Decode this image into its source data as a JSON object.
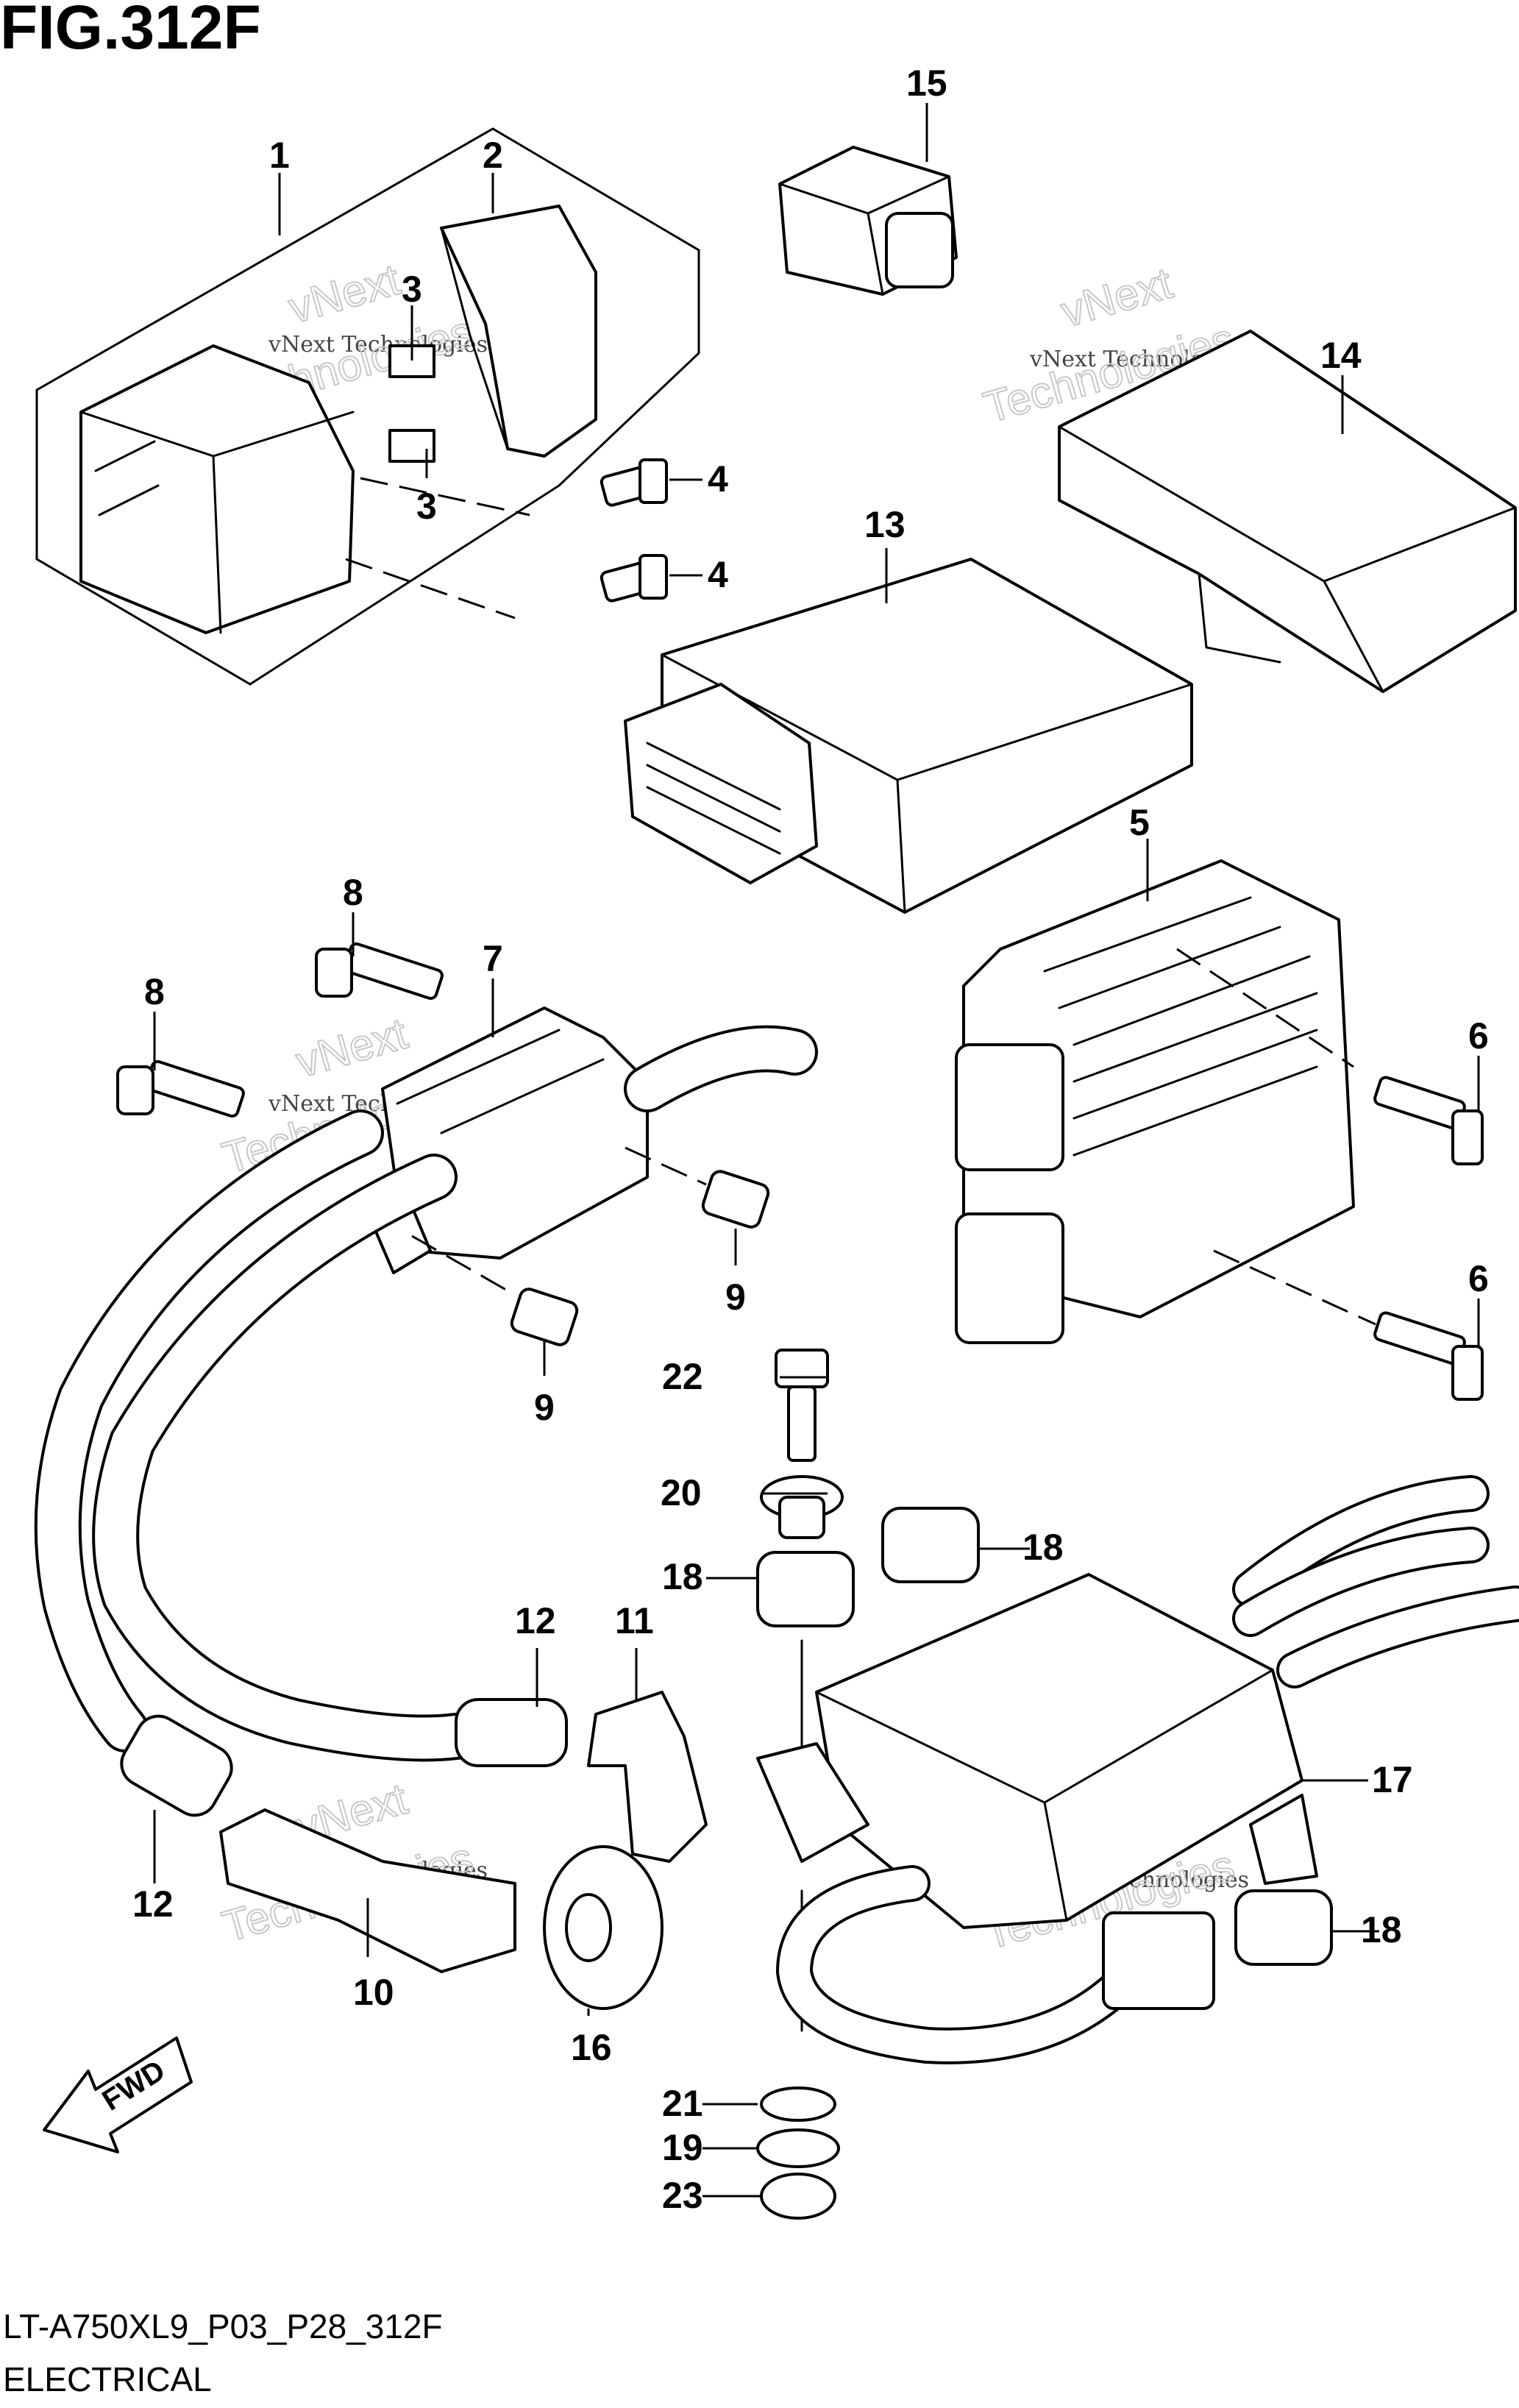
{
  "figure": {
    "title": "FIG.312F",
    "reference_code": "LT-A750XL9_P03_P28_312F",
    "caption": "ELECTRICAL",
    "fwd_label": "FWD"
  },
  "watermark": {
    "line1": "vNext Technologies",
    "line2": "Technologies",
    "line3": "vNext"
  },
  "callouts": [
    "1",
    "2",
    "3",
    "3",
    "4",
    "4",
    "5",
    "6",
    "6",
    "7",
    "8",
    "8",
    "9",
    "9",
    "10",
    "11",
    "12",
    "12",
    "13",
    "14",
    "15",
    "16",
    "17",
    "18",
    "18",
    "18",
    "19",
    "20",
    "21",
    "22",
    "23"
  ]
}
